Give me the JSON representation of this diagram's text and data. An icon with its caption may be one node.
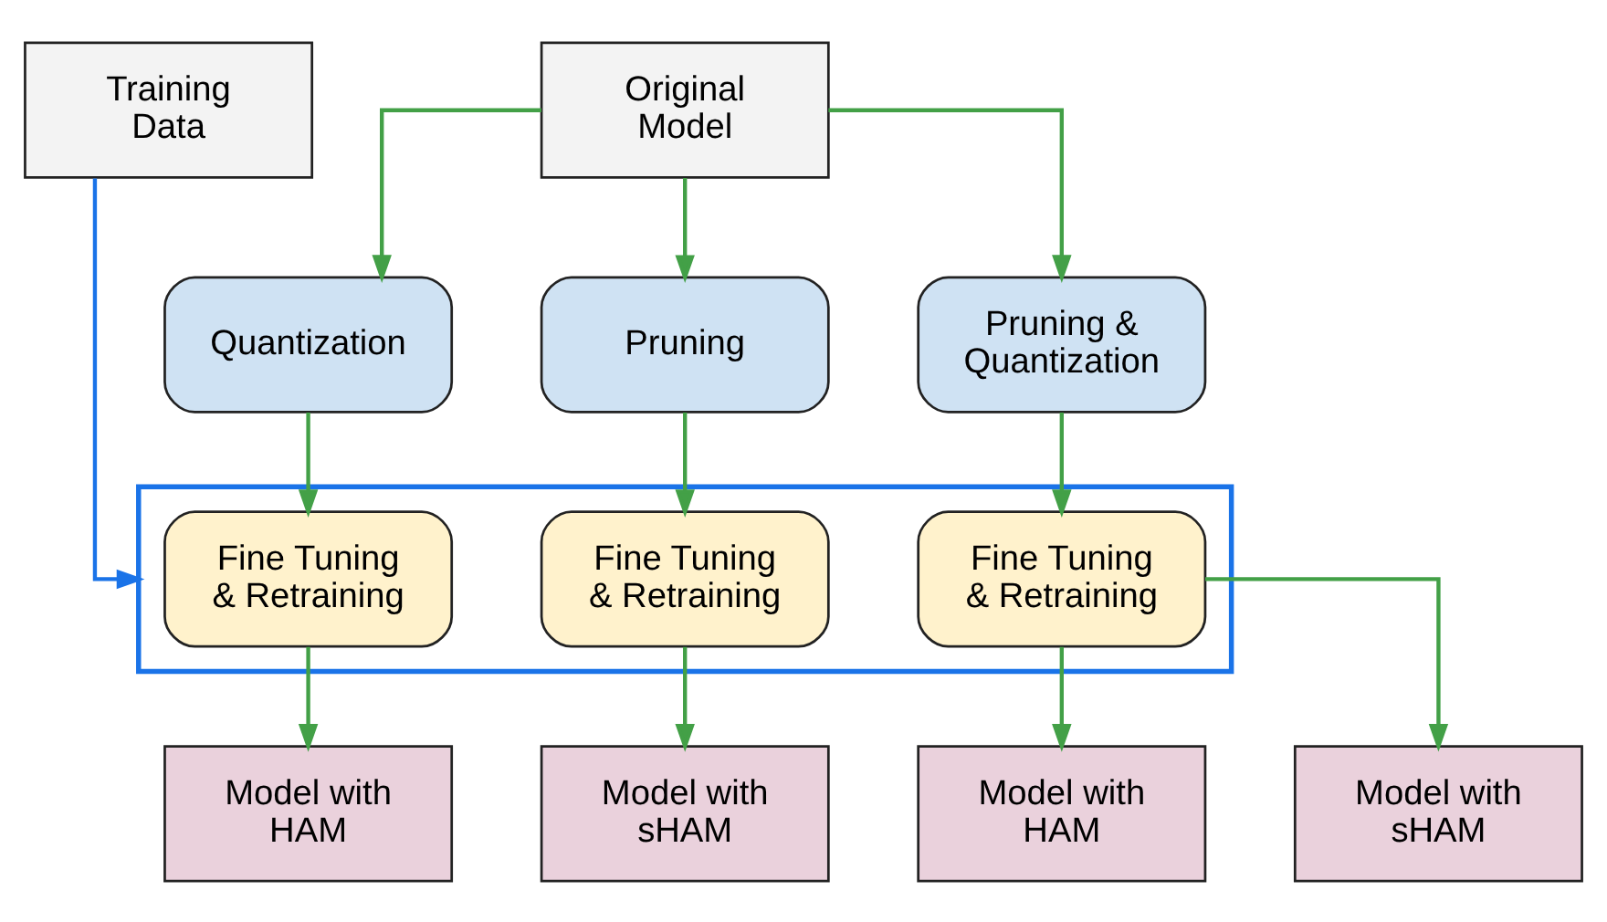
{
  "diagram": {
    "nodes": [
      {
        "text": [
          "Training Data"
        ]
      },
      {
        "text": [
          "Original Model"
        ]
      },
      {
        "text": [
          "Quantization"
        ]
      },
      {
        "text": [
          "Pruning"
        ]
      },
      {
        "text": [
          "Pruning & Quantization"
        ]
      },
      {
        "text": [],
        "shape": "box"
      },
      {
        "text": [
          "Fine Tuning & Retraining"
        ],
        "in": 5
      },
      {
        "text": [
          "Fine Tuning & Retraining"
        ],
        "in": 5
      },
      {
        "text": [
          "Fine Tuning & Retraining"
        ],
        "in": 5
      },
      {
        "text": [
          "Model with HAM"
        ]
      },
      {
        "text": [
          "Model with sHAM"
        ]
      },
      {
        "text": [
          "Model with HAM"
        ]
      },
      {
        "text": [
          "Model with sHAM"
        ]
      }
    ],
    "edges": [
      {
        "from": 0,
        "to": 5,
        "arrow": "to",
        "color": "#1a73e8"
      },
      {
        "from": 1,
        "to": 2,
        "arrow": "to"
      },
      {
        "from": 1,
        "to": 3,
        "arrow": "to"
      },
      {
        "from": 1,
        "to": 4,
        "arrow": "to"
      },
      {
        "from": 2,
        "to": 6,
        "arrow": "to"
      },
      {
        "from": 3,
        "to": 7,
        "arrow": "to"
      },
      {
        "from": 4,
        "to": 8,
        "arrow": "to"
      },
      {
        "from": 6,
        "to": 9,
        "arrow": "to"
      },
      {
        "from": 7,
        "to": 10,
        "arrow": "to"
      },
      {
        "from": 8,
        "to": 11,
        "arrow": "to"
      },
      {
        "from": 8,
        "to": 12,
        "arrow": "to"
      }
    ]
  }
}
